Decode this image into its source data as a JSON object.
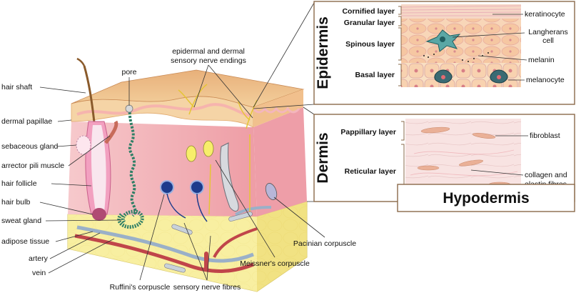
{
  "labels": {
    "hair_shaft": "hair shaft",
    "pore": "pore",
    "nerve_endings_1": "epidermal and dermal",
    "nerve_endings_2": "sensory nerve endings",
    "dermal_papillae": "dermal papillae",
    "sebaceous_gland": "sebaceous gland",
    "arrector_pili": "arrector pili muscle",
    "hair_follicle": "hair follicle",
    "hair_bulb": "hair bulb",
    "sweat_gland": "sweat gland",
    "adipose_tissue": "adipose tissue",
    "artery": "artery",
    "vein": "vein",
    "ruffini": "Ruffini's corpuscle",
    "sensory_fibres": "sensory nerve fibres",
    "meissner": "Meissner's corpuscle",
    "pacinian": "Pacinian corpuscle"
  },
  "epidermis": {
    "title": "Epidermis",
    "layers": [
      "Cornified layer",
      "Granular layer",
      "Spinous layer",
      "Basal layer"
    ],
    "cells": {
      "keratinocyte": "keratinocyte",
      "langerhans_1": "Langherans",
      "langerhans_2": "cell",
      "melanin": "melanin",
      "melanocyte": "melanocyte"
    }
  },
  "dermis": {
    "title": "Dermis",
    "layers": [
      "Pappillary layer",
      "Reticular layer"
    ],
    "cells": {
      "fibroblast": "fibroblast",
      "collagen_1": "collagen and",
      "collagen_2": "elastin fibres"
    }
  },
  "hypodermis": {
    "title": "Hypodermis"
  },
  "colors": {
    "epidermis_top": "#e8b07a",
    "dermis": "#f4c2c6",
    "hypodermis": "#f7eeb0",
    "frame": "#8a6a4a"
  }
}
